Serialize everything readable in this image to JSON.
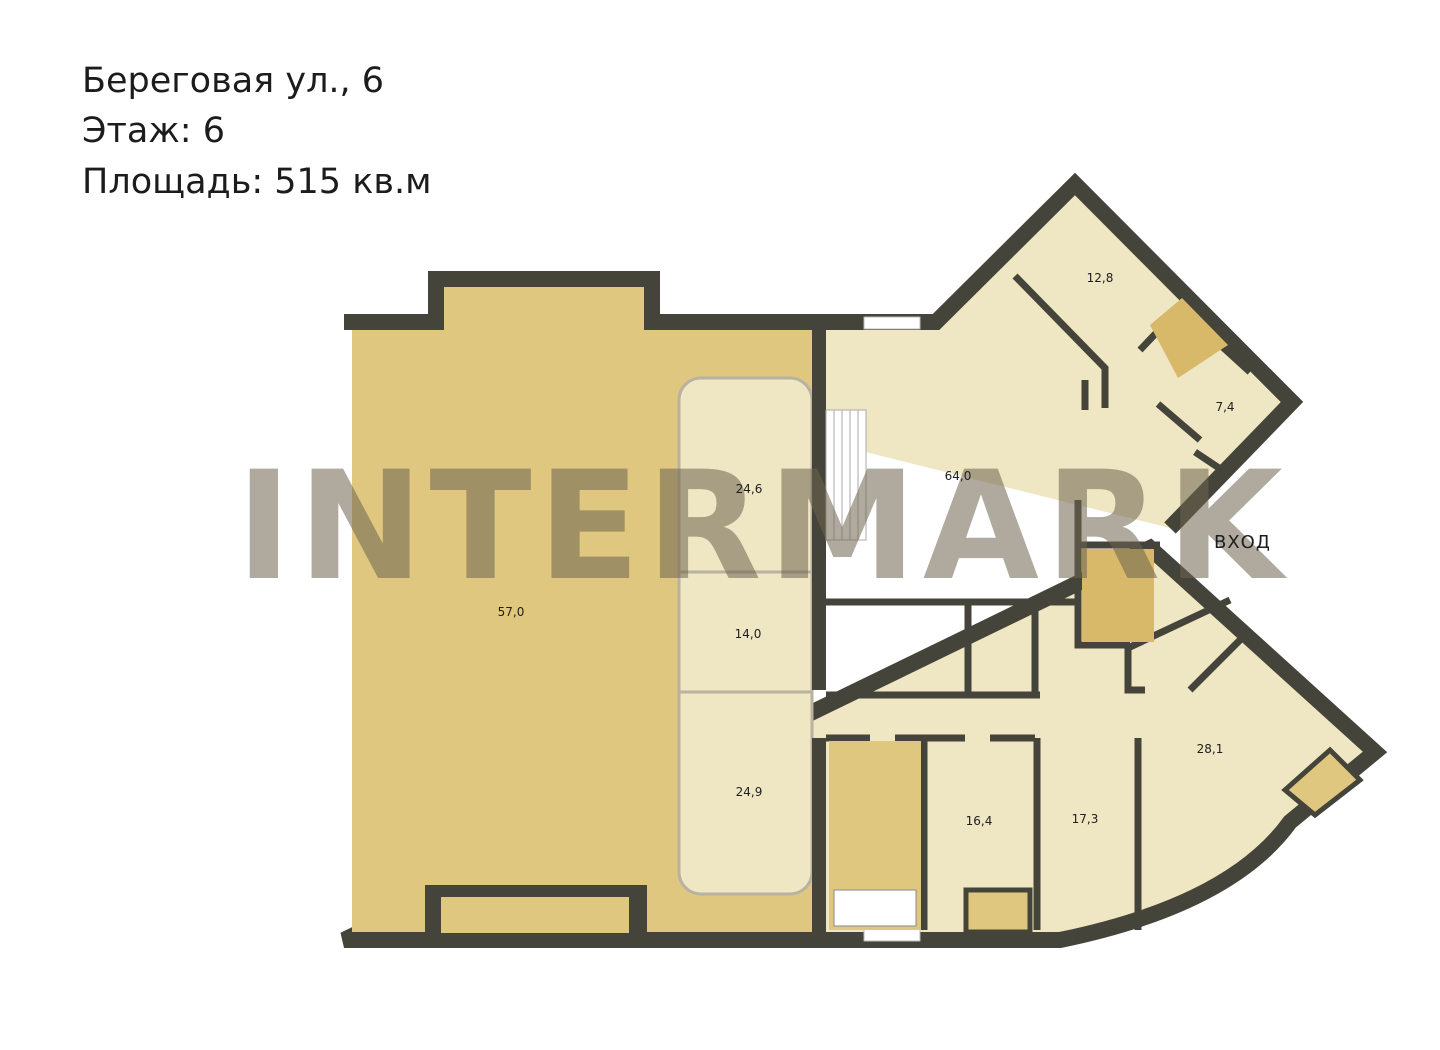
{
  "header": {
    "address": "Береговая ул., 6",
    "floor": "Этаж: 6",
    "area": "Площадь: 515 кв.м"
  },
  "plan": {
    "entrance_label": "ВХОД",
    "watermark": "INTERMARK",
    "rooms": [
      {
        "id": "hall-large",
        "area": "57,0"
      },
      {
        "id": "room-a",
        "area": "24,6"
      },
      {
        "id": "room-b",
        "area": "14,0"
      },
      {
        "id": "room-c",
        "area": "24,9"
      },
      {
        "id": "living",
        "area": "64,0"
      },
      {
        "id": "bedroom-ne",
        "area": "12,8"
      },
      {
        "id": "room-ne-small",
        "area": "7,4"
      },
      {
        "id": "room-16",
        "area": "16,4"
      },
      {
        "id": "room-17",
        "area": "17,3"
      },
      {
        "id": "room-28",
        "area": "28,1"
      }
    ],
    "colors": {
      "wall": "#45443a",
      "light": "#efe6c3",
      "dark": "#dfc77f",
      "bath": "#d8b96a"
    }
  }
}
